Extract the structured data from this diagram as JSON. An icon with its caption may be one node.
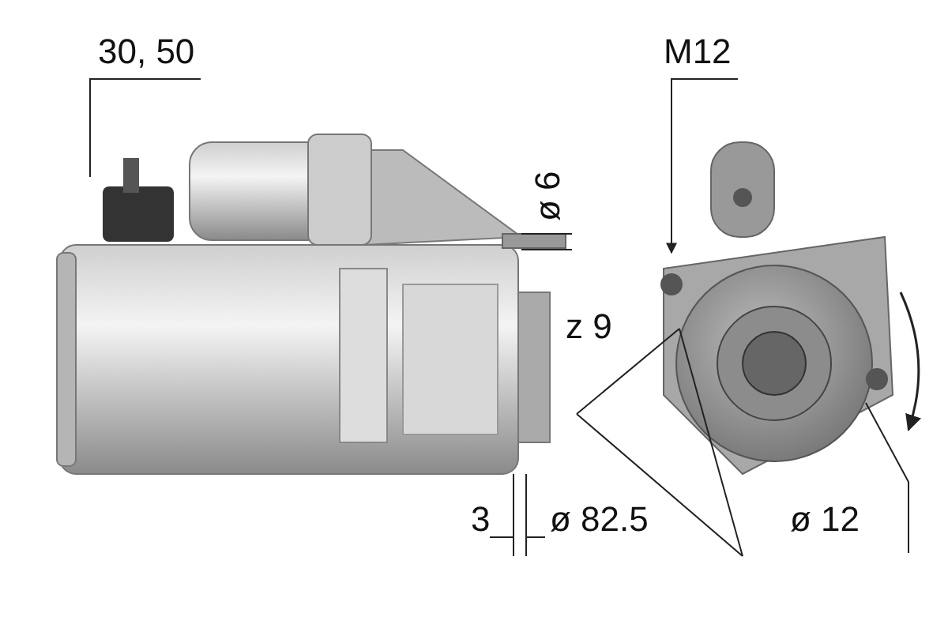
{
  "diagram": {
    "nodes": [
      {
        "text": [
          "30, 50"
        ]
      },
      {
        "text": [
          "M12"
        ]
      }
    ],
    "edges": [
      {
        "from": 0,
        "to": null,
        "arrow": "none"
      },
      {
        "from": 1,
        "to": null,
        "arrow": "to"
      }
    ],
    "labels": [
      "ø 6",
      "z 9",
      "3",
      "ø 82.5",
      "ø 12"
    ]
  }
}
